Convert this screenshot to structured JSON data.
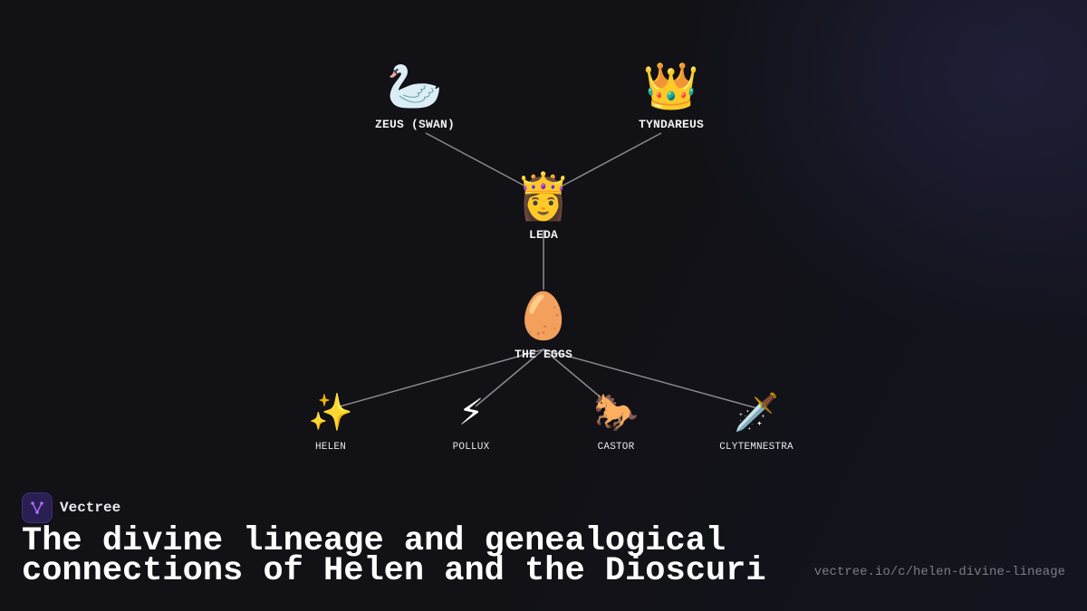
{
  "diagram": {
    "nodes": [
      {
        "id": "zeus",
        "icon": "🦢",
        "icon_name": "swan-icon",
        "label": "ZEUS (SWAN)"
      },
      {
        "id": "tyndareus",
        "icon": "👑",
        "icon_name": "crown-icon",
        "label": "TYNDAREUS"
      },
      {
        "id": "leda",
        "icon": "👸",
        "icon_name": "princess-icon",
        "label": "LEDA"
      },
      {
        "id": "eggs",
        "icon": "🥚",
        "icon_name": "egg-icon",
        "label": "THE EGGS"
      },
      {
        "id": "helen",
        "icon": "✨",
        "icon_name": "sparkles-icon",
        "label": "HELEN"
      },
      {
        "id": "pollux",
        "icon": "⚡",
        "icon_name": "lightning-icon",
        "label": "POLLUX"
      },
      {
        "id": "castor",
        "icon": "🐎",
        "icon_name": "horse-icon",
        "label": "CASTOR"
      },
      {
        "id": "clytemnestra",
        "icon": "🗡️",
        "icon_name": "dagger-icon",
        "label": "CLYTEMNESTRA"
      }
    ],
    "edges": [
      [
        "zeus",
        "leda"
      ],
      [
        "tyndareus",
        "leda"
      ],
      [
        "leda",
        "eggs"
      ],
      [
        "eggs",
        "helen"
      ],
      [
        "eggs",
        "pollux"
      ],
      [
        "eggs",
        "castor"
      ],
      [
        "eggs",
        "clytemnestra"
      ]
    ],
    "link_color": "#8a8a92"
  },
  "brand": {
    "name": "Vectree",
    "logo_color": "#2a1f52",
    "accent_color": "#b06bff"
  },
  "title": "The divine lineage and genealogical connections of Helen and the Dioscuri",
  "url": "vectree.io/c/helen-divine-lineage"
}
